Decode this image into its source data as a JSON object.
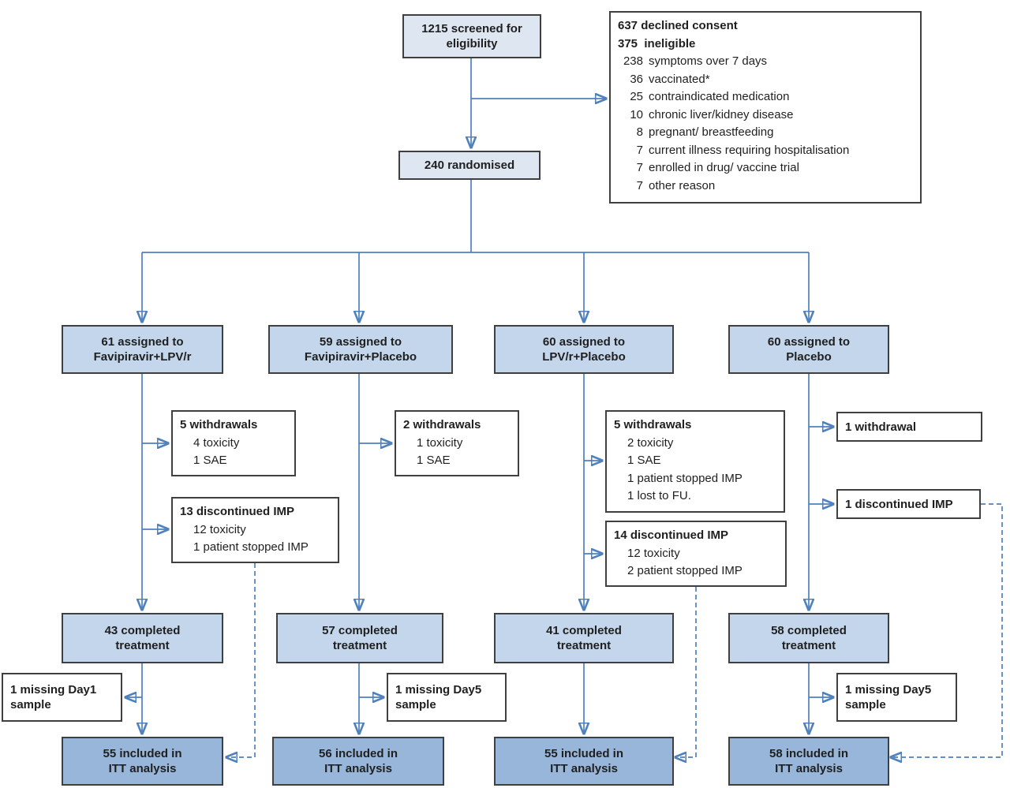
{
  "colors": {
    "line_blue": "#4f81bd",
    "box_pale_blue": "#dde6f1",
    "box_light_blue": "#c3d6eb",
    "box_medium_blue": "#97b6da",
    "box_border": "#3f3f3f"
  },
  "flow": {
    "screened": "1215 screened for\neligibility",
    "randomised": "240 randomised",
    "exclusions": {
      "title1": "637 declined consent",
      "title2": "375  ineligible",
      "reasons": [
        {
          "n": "238",
          "label": "symptoms over 7 days"
        },
        {
          "n": "36",
          "label": "vaccinated*"
        },
        {
          "n": "25",
          "label": "contraindicated medication"
        },
        {
          "n": "10",
          "label": "chronic liver/kidney disease"
        },
        {
          "n": "8",
          "label": "pregnant/ breastfeeding"
        },
        {
          "n": "7",
          "label": "current illness requiring hospitalisation"
        },
        {
          "n": "7",
          "label": "enrolled in drug/ vaccine trial"
        },
        {
          "n": "7",
          "label": "other reason"
        }
      ]
    },
    "arms": [
      {
        "assigned": "61 assigned to\nFavipiravir+LPV/r",
        "withdrawals": {
          "title": "5 withdrawals",
          "items": [
            "4 toxicity",
            "1 SAE"
          ]
        },
        "discontinued": {
          "title": "13 discontinued IMP",
          "items": [
            "12 toxicity",
            "1 patient stopped IMP"
          ]
        },
        "completed": "43 completed\ntreatment",
        "missing": "1 missing Day1\nsample",
        "itt": "55 included in\nITT analysis"
      },
      {
        "assigned": "59 assigned to\nFavipiravir+Placebo",
        "withdrawals": {
          "title": "2 withdrawals",
          "items": [
            "1 toxicity",
            "1 SAE"
          ]
        },
        "completed": "57 completed\ntreatment",
        "missing": "1 missing Day5\nsample",
        "itt": "56 included in\nITT analysis"
      },
      {
        "assigned": "60 assigned to\nLPV/r+Placebo",
        "withdrawals": {
          "title": "5 withdrawals",
          "items": [
            "2 toxicity",
            "1 SAE",
            "1 patient stopped IMP",
            "1 lost to FU."
          ]
        },
        "discontinued": {
          "title": "14 discontinued IMP",
          "items": [
            "12 toxicity",
            "2 patient stopped IMP"
          ]
        },
        "completed": "41 completed\ntreatment",
        "itt": "55 included in\nITT analysis"
      },
      {
        "assigned": "60 assigned to\nPlacebo",
        "withdrawals": {
          "title": "1 withdrawal",
          "items": []
        },
        "discontinued": {
          "title": "1 discontinued IMP",
          "items": []
        },
        "completed": "58 completed\ntreatment",
        "missing": "1 missing Day5\nsample",
        "itt": "58 included in\nITT analysis"
      }
    ]
  }
}
